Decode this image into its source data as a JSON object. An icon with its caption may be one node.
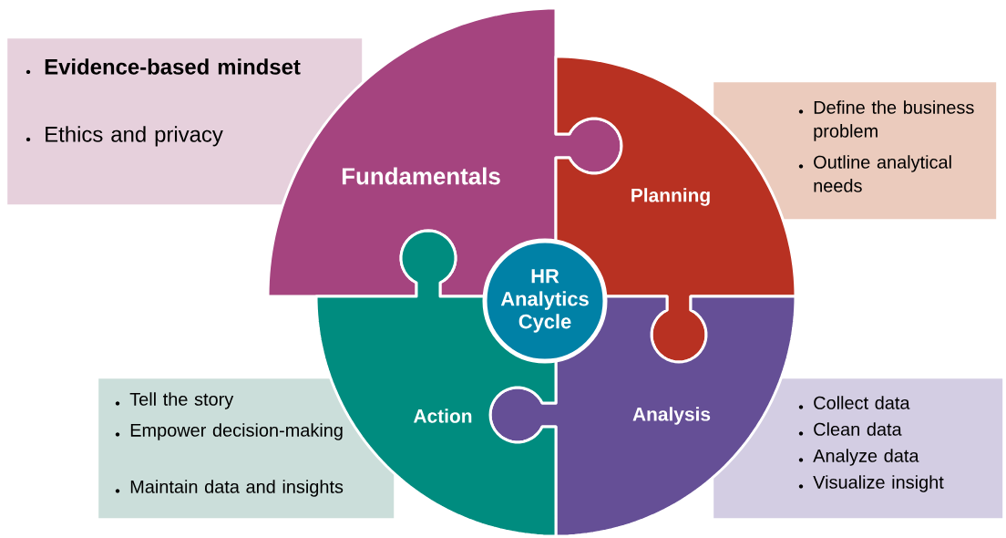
{
  "diagram": {
    "nodes": [
      {
        "text": [
          "Evidence-based mindset",
          "Ethics and privacy"
        ]
      },
      {
        "text": [
          "Fundamentals"
        ]
      },
      {
        "text": [
          "Define the business problem",
          "Outline analytical needs"
        ]
      },
      {
        "text": [
          "Planning"
        ]
      },
      {
        "text": [
          "HR Analytics Cycle"
        ]
      },
      {
        "text": [
          "Tell the story",
          "Empower decision-making",
          "Maintain data and insights"
        ]
      },
      {
        "text": [
          "Action"
        ]
      },
      {
        "text": [
          "Analysis"
        ]
      },
      {
        "text": [
          "Collect data",
          "Clean data",
          "Analyze data",
          "Visualize insight"
        ]
      }
    ]
  }
}
